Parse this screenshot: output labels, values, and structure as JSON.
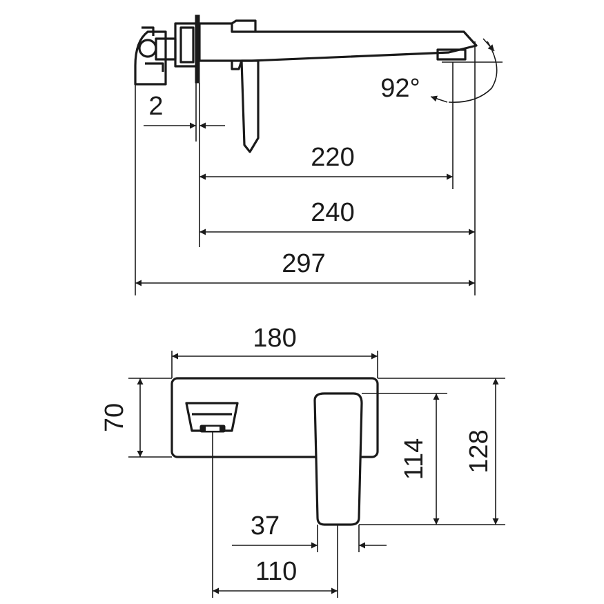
{
  "side_view": {
    "dim_wall_gap": "2",
    "dim_spout_outlet": "220",
    "dim_spout_reach": "240",
    "dim_total_length": "297",
    "angle_label": "92°"
  },
  "front_view": {
    "dim_plate_width": "180",
    "dim_plate_height": "70",
    "dim_lever_height": "114",
    "dim_total_height": "128",
    "dim_lever_width": "37",
    "dim_outlet_to_lever": "110"
  }
}
